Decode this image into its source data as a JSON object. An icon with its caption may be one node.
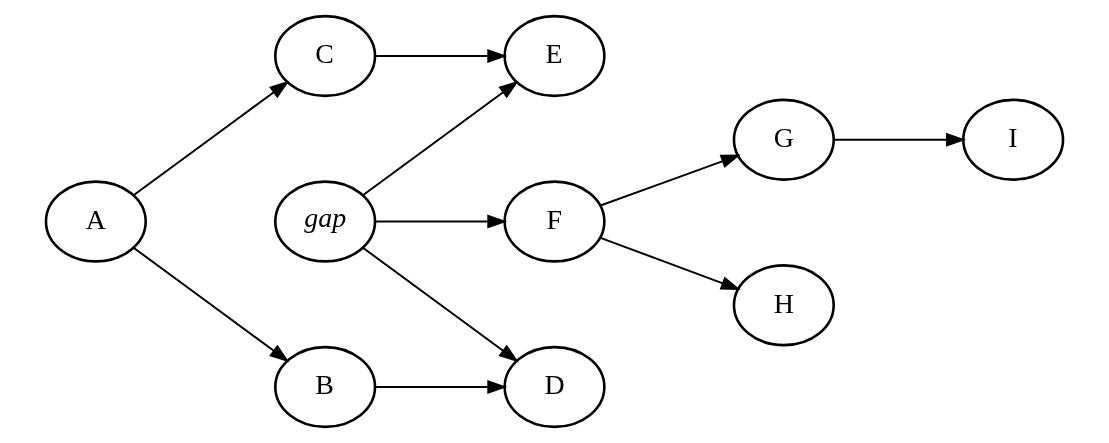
{
  "diagram": {
    "nodes": [
      {
        "text": [
          "A"
        ]
      },
      {
        "text": [
          "B"
        ]
      },
      {
        "text": [
          "C"
        ]
      },
      {
        "text": [
          "D"
        ]
      },
      {
        "text": [
          "gap"
        ]
      },
      {
        "text": [
          "E"
        ]
      },
      {
        "text": [
          "F"
        ]
      },
      {
        "text": [
          "G"
        ]
      },
      {
        "text": [
          "H"
        ]
      },
      {
        "text": [
          "I"
        ]
      }
    ],
    "edges": [
      {
        "from": 0,
        "to": 1,
        "arrow": "to"
      },
      {
        "from": 0,
        "to": 2,
        "arrow": "to"
      },
      {
        "from": 1,
        "to": 3,
        "arrow": "to"
      },
      {
        "from": 2,
        "to": 5,
        "arrow": "to"
      },
      {
        "from": 4,
        "to": 3,
        "arrow": "to"
      },
      {
        "from": 4,
        "to": 5,
        "arrow": "to"
      },
      {
        "from": 4,
        "to": 6,
        "arrow": "to"
      },
      {
        "from": 6,
        "to": 7,
        "arrow": "to"
      },
      {
        "from": 6,
        "to": 8,
        "arrow": "to"
      },
      {
        "from": 7,
        "to": 9,
        "arrow": "to"
      }
    ]
  }
}
